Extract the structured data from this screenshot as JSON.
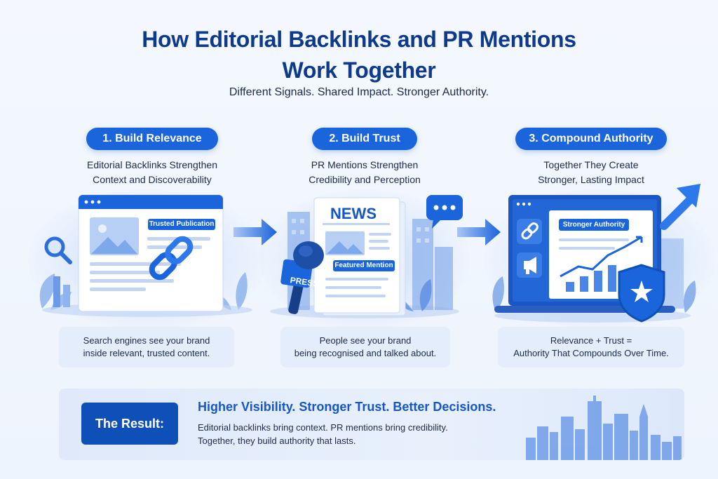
{
  "title": {
    "line1": "How Editorial Backlinks and PR Mentions",
    "line2": "Work Together"
  },
  "subtitle": "Different Signals. Shared Impact. Stronger Authority.",
  "steps": [
    {
      "pill": "1. Build Relevance",
      "desc_line1": "Editorial Backlinks Strengthen",
      "desc_line2": "Context and Discoverability",
      "tag": "Trusted Publication",
      "card_line1": "Search engines see your brand",
      "card_line2": "inside relevant, trusted content."
    },
    {
      "pill": "2. Build Trust",
      "desc_line1": "PR Mentions Strengthen",
      "desc_line2": "Credibility and Perception",
      "news": "NEWS",
      "tag": "Featured Mention",
      "press": "PRESS",
      "card_line1": "People see your brand",
      "card_line2": "being recognised and talked about."
    },
    {
      "pill": "3. Compound Authority",
      "desc_line1": "Together They Create",
      "desc_line2": "Stronger, Lasting Impact",
      "tag": "Stronger Authority",
      "card_line1": "Relevance + Trust =",
      "card_line2": "Authority That Compounds Over Time."
    }
  ],
  "result": {
    "label": "The Result:",
    "headline": "Higher Visibility. Stronger Trust. Better Decisions.",
    "line1": "Editorial backlinks bring context. PR mentions bring credibility.",
    "line2": "Together, they build authority that lasts."
  },
  "colors": {
    "accent": "#1a64dc",
    "title": "#0d3a8c",
    "card_bg": "#e4edfb",
    "result_label_bg": "#0f4fb8"
  },
  "icons": [
    "search-icon",
    "link-icon",
    "microphone-icon",
    "chat-bubble-icon",
    "megaphone-icon",
    "trend-arrow-icon",
    "shield-star-icon",
    "right-arrow-icon"
  ]
}
